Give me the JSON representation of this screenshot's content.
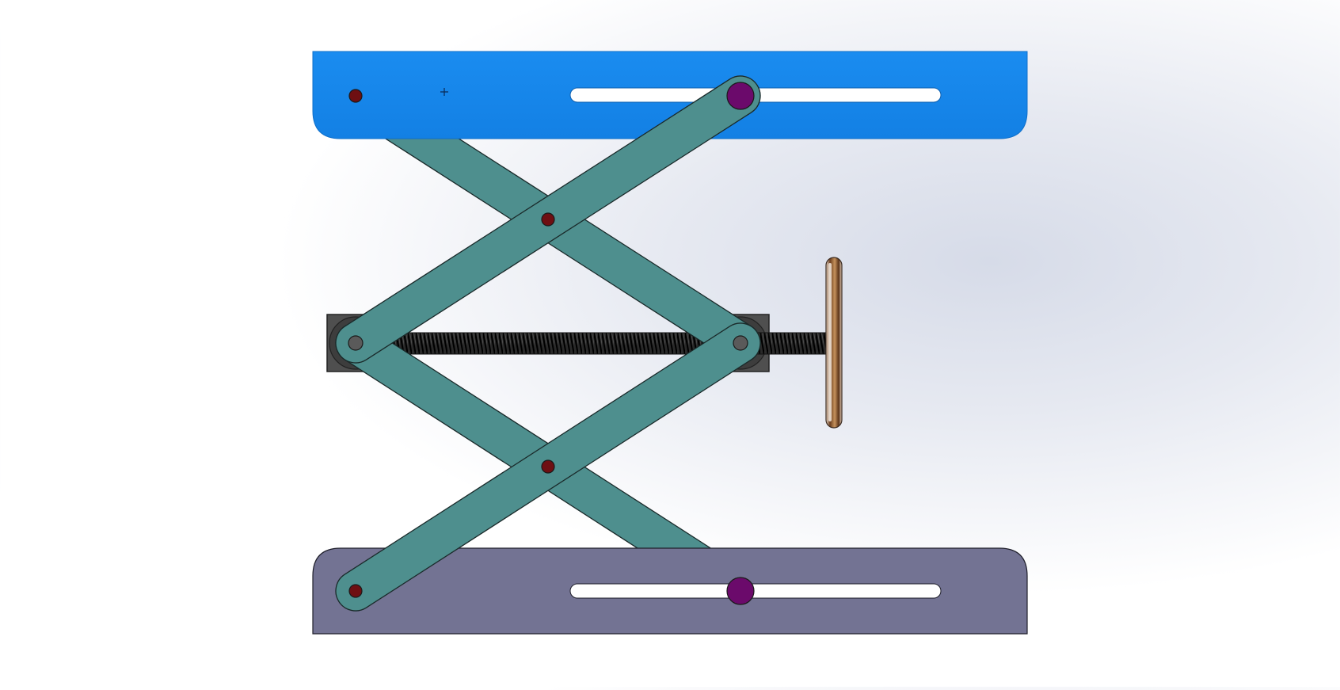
{
  "scene": {
    "kind": "scissor-lift-cad-view",
    "colors": {
      "top_plate": "#1585ea",
      "bottom_plate": "#737393",
      "arms": "#4e8f8e",
      "arm_outline": "#1a2a2a",
      "slot": "#ffffff",
      "pivot_pin": "#6e0f12",
      "slider_pin": "#6b0a6b",
      "block": "#505050",
      "screw": "#1e1e1e",
      "knob": "#8a5a36",
      "background": "#eef0f5"
    },
    "parts": [
      "top-plate",
      "bottom-plate",
      "scissor-arm",
      "lead-screw",
      "hand-wheel",
      "pivot-pin",
      "slider-pin",
      "bearing-block"
    ]
  }
}
